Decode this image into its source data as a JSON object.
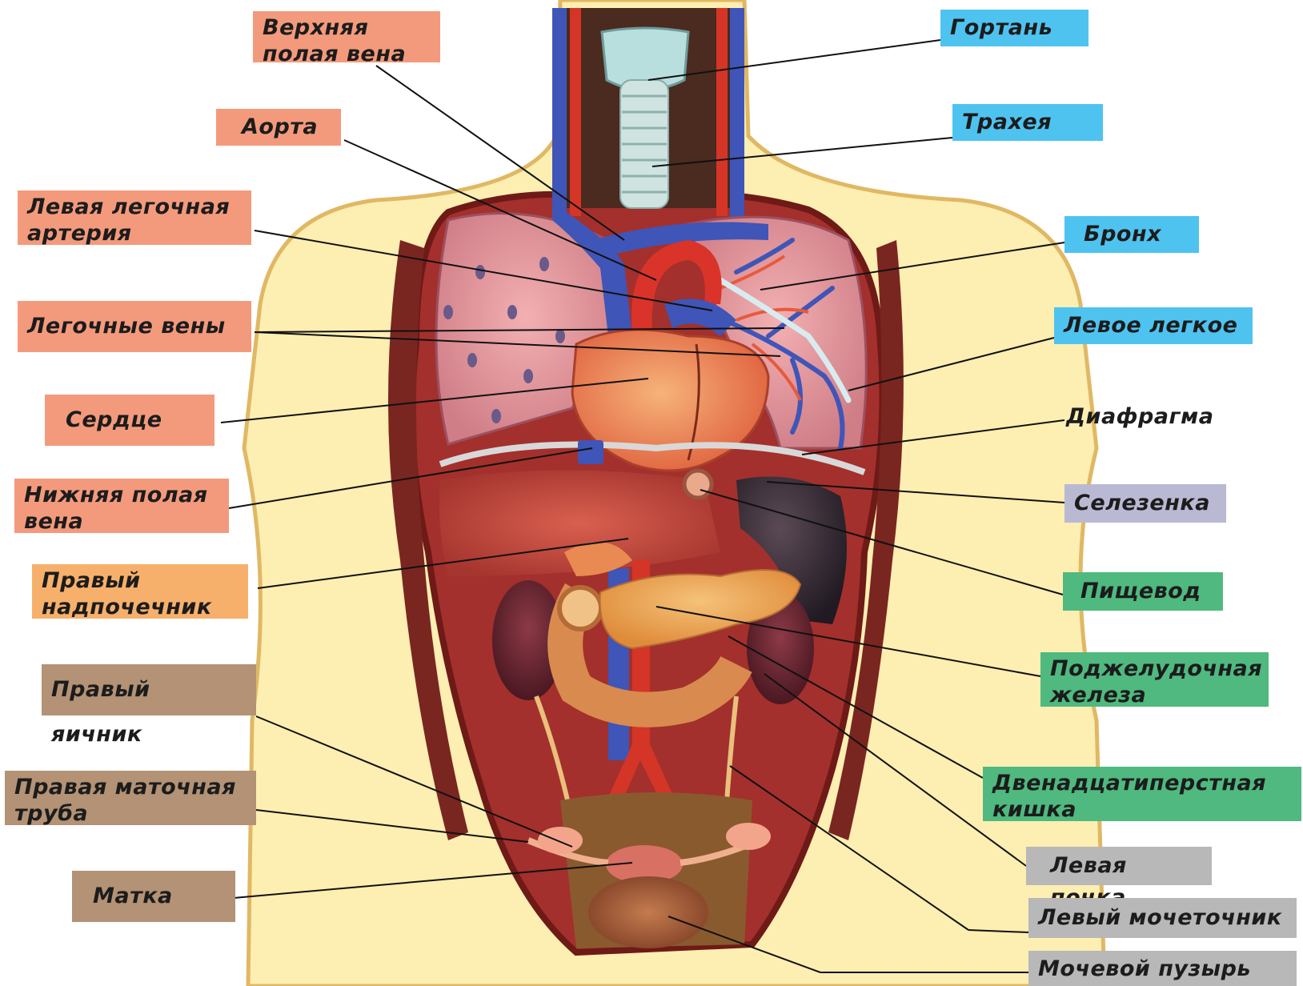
{
  "colors": {
    "vessels": "#f49a7c",
    "airway": "#4fc3f0",
    "spleen": "#b9b9d3",
    "digestive": "#4fb97f",
    "adrenal": "#f7b06b",
    "reproductive": "#b39275",
    "urinary": "#b8b8b8",
    "skin": "#fdeeb2",
    "outline": "#e0b864",
    "leader": "#111111"
  },
  "labels": {
    "svc": "Верхняя\nполая вена",
    "aorta": "Аорта",
    "pulmonary_artery": "Левая легочная\nартерия",
    "pulmonary_veins": "Легочные вены",
    "heart": "Сердце",
    "ivc": "Нижняя полая\nвена",
    "adrenal": "Правый\nнадпочечник",
    "ovary": "Правый яичник",
    "tube": "Правая маточная\nтруба",
    "uterus": "Матка",
    "larynx": "Гортань",
    "trachea": "Трахея",
    "bronchus": "Бронх",
    "left_lung": "Левое легкое",
    "diaphragm": "Диафрагма",
    "spleen": "Селезенка",
    "esophagus": "Пищевод",
    "pancreas": "Поджелудочная\nжелеза",
    "duodenum": "Двенадцатиперстная\nкишка",
    "left_kidney": "Левая почка",
    "left_ureter": "Левый мочеточник",
    "bladder": "Мочевой пузырь"
  }
}
